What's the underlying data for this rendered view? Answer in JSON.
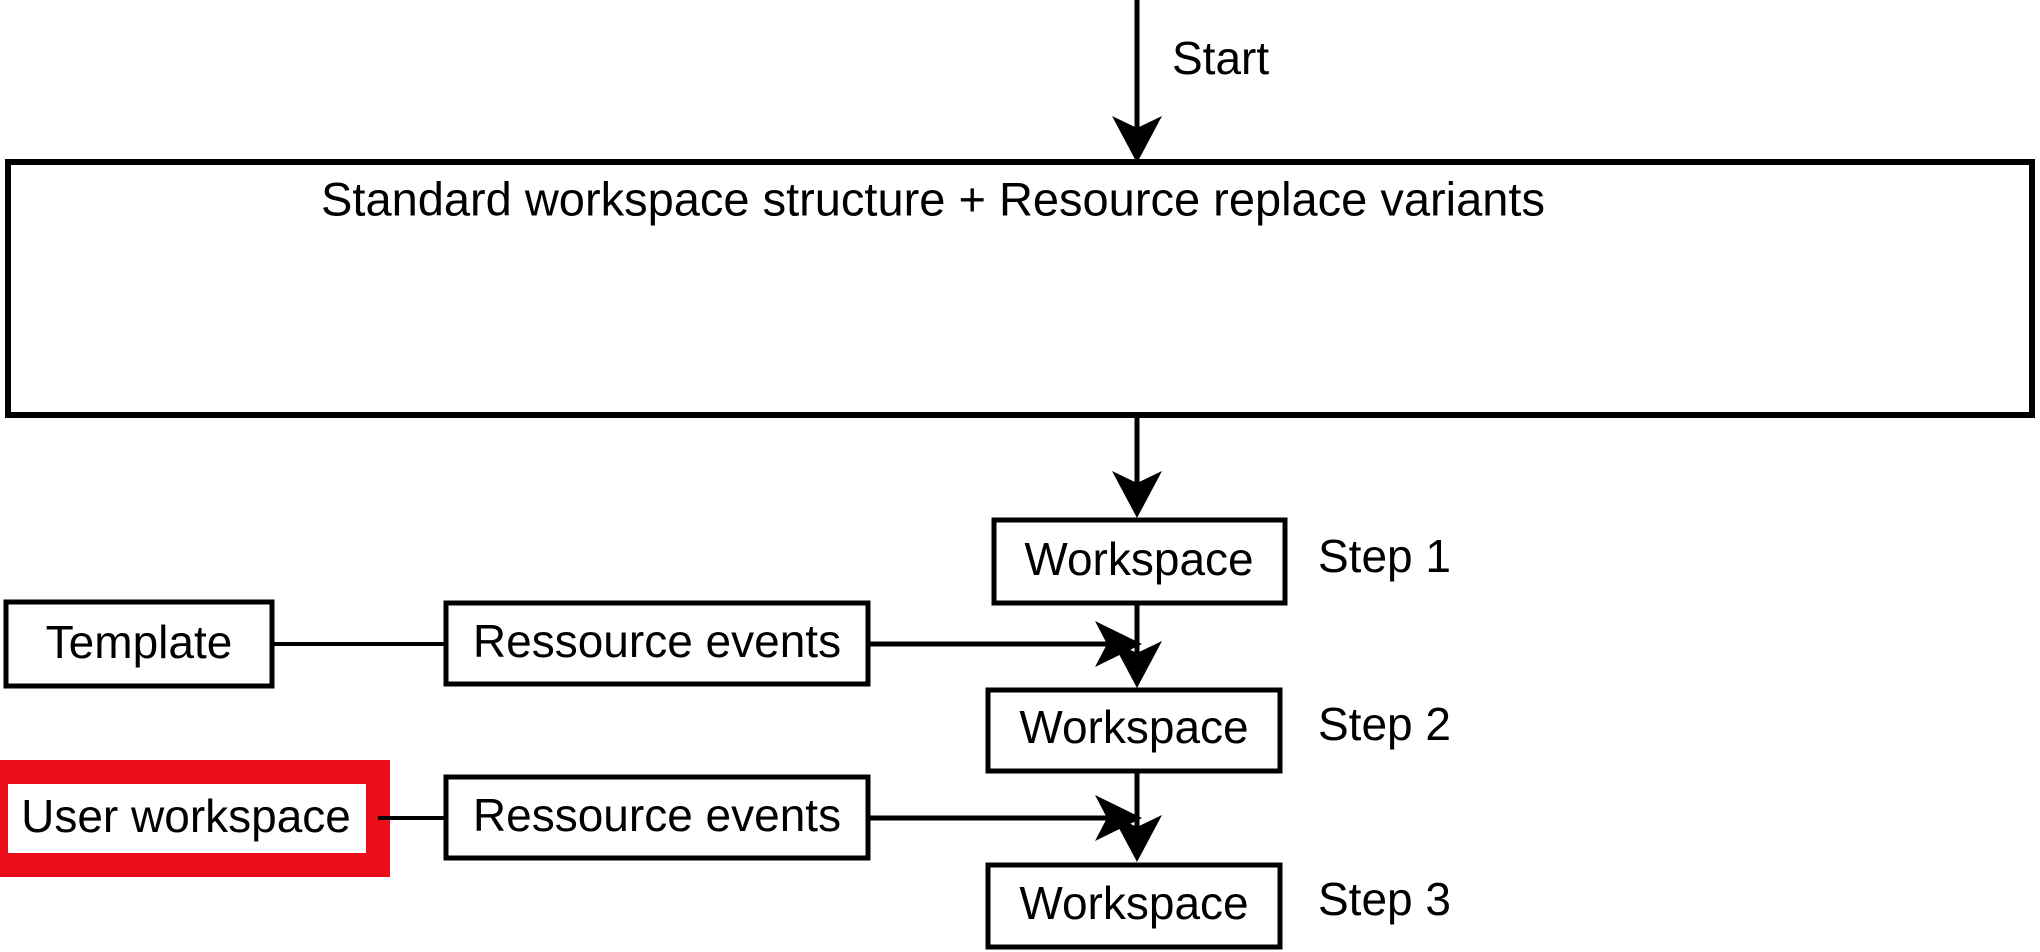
{
  "diagram": {
    "title": "Standard workspace structure + Resource replace variants",
    "background_color": "#ffffff",
    "stroke_color": "#000000",
    "highlight_color": "#ec0d1a",
    "start_label": "Start",
    "container": {
      "label": "Standard workspace structure + Resource replace variants"
    },
    "steps": [
      {
        "box_label": "Workspace",
        "step_label": "Step 1"
      },
      {
        "box_label": "Workspace",
        "step_label": "Step 2"
      },
      {
        "box_label": "Workspace",
        "step_label": "Step 3"
      }
    ],
    "sources": [
      {
        "label": "Template",
        "highlighted": "false"
      },
      {
        "label": "User workspace",
        "highlighted": "true"
      }
    ],
    "events": [
      {
        "label": "Ressource events"
      },
      {
        "label": "Ressource events"
      }
    ]
  }
}
